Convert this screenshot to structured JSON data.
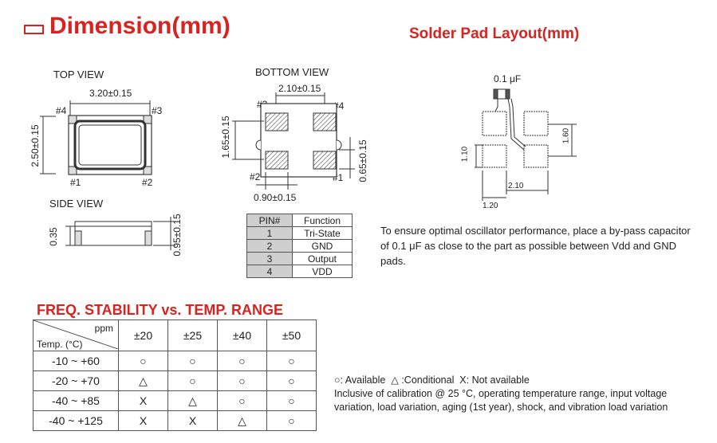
{
  "dimension": {
    "title": "Dimension(mm)",
    "top_view": {
      "label": "TOP VIEW",
      "width": "3.20±0.15",
      "height": "2.50±0.15",
      "pins": [
        "#1",
        "#2",
        "#3",
        "#4"
      ]
    },
    "bottom_view": {
      "label": "BOTTOM VIEW",
      "pitch": "2.10±0.15",
      "pad_height": "1.65±0.15",
      "pad_width": "0.90±0.15",
      "pad_gap": "0.65±0.15",
      "pins": [
        "#1",
        "#2",
        "#3",
        "#4"
      ]
    },
    "side_view": {
      "label": "SIDE VIEW",
      "body": "0.35",
      "total": "0.95±0.15"
    }
  },
  "pin_table": {
    "headers": [
      "PIN#",
      "Function"
    ],
    "rows": [
      [
        "1",
        "Tri-State"
      ],
      [
        "2",
        "GND"
      ],
      [
        "3",
        "Output"
      ],
      [
        "4",
        "VDD"
      ]
    ]
  },
  "solder": {
    "title": "Solder Pad Layout(mm)",
    "cap": "0.1 μF",
    "dims": {
      "h1": "1.10",
      "h2": "1.60",
      "w1": "2.10",
      "w2": "1.20"
    },
    "note": "To ensure optimal oscillator performance, place a by-pass capacitor of 0.1 μF as close to the part as possible between Vdd and GND pads."
  },
  "freq": {
    "title": "FREQ. STABILITY vs. TEMP. RANGE",
    "header_top": "ppm",
    "header_bottom": "Temp. (°C)",
    "columns": [
      "±20",
      "±25",
      "±40",
      "±50"
    ],
    "rows": [
      {
        "temp": "-10 ~ +60",
        "vals": [
          "○",
          "○",
          "○",
          "○"
        ]
      },
      {
        "temp": "-20 ~ +70",
        "vals": [
          "△",
          "○",
          "○",
          "○"
        ]
      },
      {
        "temp": "-40 ~ +85",
        "vals": [
          "X",
          "△",
          "○",
          "○"
        ]
      },
      {
        "temp": "-40 ~ +125",
        "vals": [
          "X",
          "X",
          "△",
          "○"
        ]
      }
    ]
  },
  "legend": {
    "line1": "○: Available  △ :Conditional  X: Not available",
    "line2": "Inclusive of calibration @ 25 °C, operating temperature range, input voltage variation, load variation, aging (1st year), shock, and vibration load variation"
  }
}
